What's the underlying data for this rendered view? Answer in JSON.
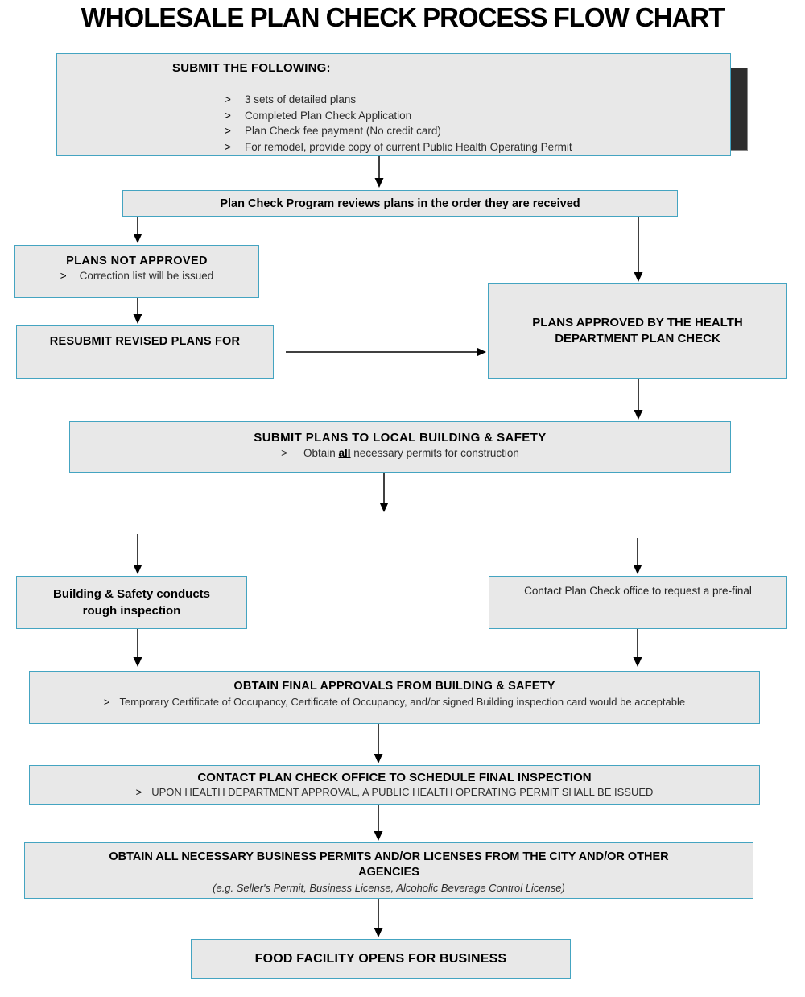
{
  "title": "WHOLESALE PLAN CHECK PROCESS FLOW CHART",
  "bullet_char": ">",
  "colors": {
    "box_fill": "#e8e8e8",
    "box_border": "#44a4c1",
    "shadow": "#2e2e2e",
    "arrow": "#000000"
  },
  "boxes": {
    "submit_following": {
      "heading": "SUBMIT THE FOLLOWING:",
      "items": [
        "3 sets of detailed plans",
        "Completed Plan Check Application",
        "Plan Check fee payment (No credit card)",
        "For remodel, provide copy of current Public Health Operating Permit"
      ]
    },
    "review": {
      "text": "Plan Check Program reviews plans in the order they are received"
    },
    "plans_not_approved": {
      "heading": "PLANS NOT APPROVED",
      "item": "Correction list will be issued"
    },
    "resubmit": {
      "heading": "RESUBMIT REVISED PLANS FOR"
    },
    "plans_approved": {
      "heading": "PLANS APPROVED BY THE HEALTH DEPARTMENT PLAN CHECK"
    },
    "submit_building": {
      "heading": "SUBMIT PLANS TO LOCAL BUILDING & SAFETY",
      "item_prefix": "Obtain ",
      "item_emphasis": "all",
      "item_suffix": " necessary permits for construction"
    },
    "rough_inspection": {
      "text": "Building & Safety conducts rough inspection"
    },
    "pre_final": {
      "text": "Contact Plan Check office to request a pre-final"
    },
    "final_approvals": {
      "heading": "OBTAIN FINAL APPROVALS FROM BUILDING & SAFETY",
      "item": "Temporary Certificate of Occupancy, Certificate of Occupancy, and/or signed Building inspection card would be acceptable"
    },
    "final_inspection": {
      "heading": "CONTACT PLAN CHECK OFFICE TO SCHEDULE FINAL INSPECTION",
      "item": "UPON HEALTH DEPARTMENT APPROVAL, A PUBLIC HEALTH OPERATING PERMIT SHALL BE ISSUED"
    },
    "business_permits": {
      "heading": "OBTAIN ALL NECESSARY BUSINESS PERMITS AND/OR LICENSES FROM THE CITY AND/OR OTHER AGENCIES",
      "item": "(e.g. Seller's Permit, Business License, Alcoholic Beverage Control License)"
    },
    "opens": {
      "text": "FOOD FACILITY OPENS FOR BUSINESS"
    }
  }
}
